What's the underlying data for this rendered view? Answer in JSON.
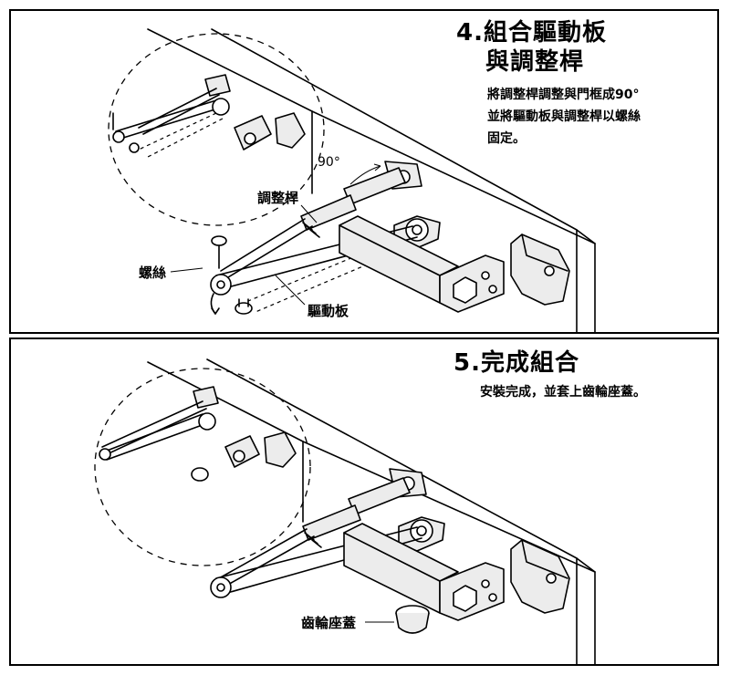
{
  "step4": {
    "title_line1": "4.組合驅動板",
    "title_line2": "與調整桿",
    "desc_line1": "將調整桿調整與門框成90°",
    "desc_line2": "並將驅動板與調整桿以螺絲",
    "desc_line3": "固定。",
    "angle_label": "90°",
    "label_adjust_rod": "調整桿",
    "label_screw": "螺絲",
    "label_drive_plate": "驅動板"
  },
  "step5": {
    "title": "5.完成組合",
    "desc": "安裝完成，並套上齒輪座蓋。",
    "label_gear_cover": "齒輪座蓋"
  }
}
